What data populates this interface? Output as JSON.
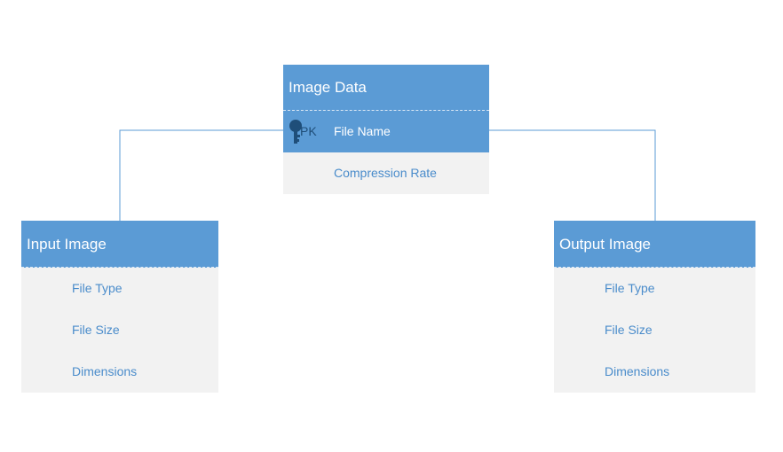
{
  "diagram": {
    "entities": {
      "image_data": {
        "title": "Image Data",
        "pk_label": "PK",
        "pk_field": "File Name",
        "fields": [
          "Compression Rate"
        ]
      },
      "input_image": {
        "title": "Input Image",
        "fields": [
          "File Type",
          "File Size",
          "Dimensions"
        ]
      },
      "output_image": {
        "title": "Output Image",
        "fields": [
          "File Type",
          "File Size",
          "Dimensions"
        ]
      }
    },
    "relationships": [
      {
        "from": "Image Data",
        "to": "Input Image"
      },
      {
        "from": "Image Data",
        "to": "Output Image"
      }
    ],
    "colors": {
      "header": "#5b9bd5",
      "body": "#f2f2f2",
      "field_text": "#4a8ccb",
      "key_icon": "#1f4e79",
      "connector": "#5b9bd5"
    }
  }
}
